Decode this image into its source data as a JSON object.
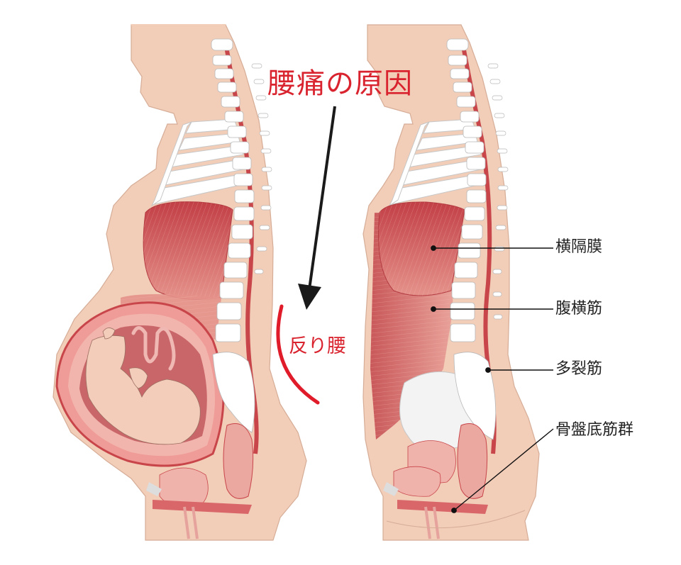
{
  "figure": {
    "title": "腰痛の原因",
    "annotation": "反り腰",
    "labels": [
      {
        "key": "diaphragm",
        "text": "横隔膜"
      },
      {
        "key": "transversus_abdominis",
        "text": "腹横筋"
      },
      {
        "key": "multifidus",
        "text": "多裂筋"
      },
      {
        "key": "pelvic_floor",
        "text": "骨盤底筋群"
      }
    ],
    "panels": [
      {
        "name": "pregnant-body",
        "position": "left"
      },
      {
        "name": "normal-body",
        "position": "right"
      }
    ],
    "icons": {
      "arrow": "down-arrow-icon",
      "curve": "lordosis-curve-icon"
    },
    "colors": {
      "accent_red": "#d9232e",
      "skin": "#f2cdb8",
      "skin_dark": "#e8b89e",
      "muscle": "#c8454a",
      "muscle_light": "#e28a86",
      "organ": "#eba8a0",
      "bone": "#ffffff",
      "bone_outline": "#b9b9b9",
      "label_text": "#222222",
      "arrow": "#1a1a1a"
    }
  }
}
